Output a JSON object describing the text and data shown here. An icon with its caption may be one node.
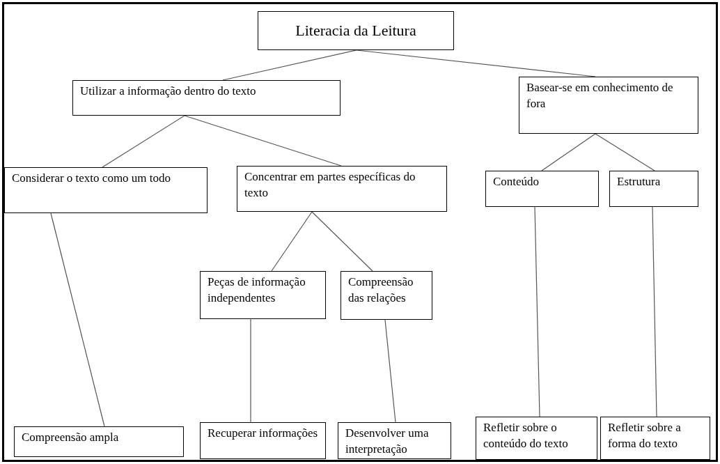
{
  "diagram": {
    "nodes": [
      {
        "text": [
          "Literacia da Leitura"
        ]
      },
      {
        "text": [
          "Utilizar a informação dentro do texto"
        ]
      },
      {
        "text": [
          "Basear-se em conhecimento de fora"
        ]
      },
      {
        "text": [
          "Considerar o texto como um todo"
        ]
      },
      {
        "text": [
          "Concentrar em partes específicas do texto"
        ]
      },
      {
        "text": [
          "Conteúdo"
        ]
      },
      {
        "text": [
          "Estrutura"
        ]
      },
      {
        "text": [
          "Peças de informação independentes"
        ]
      },
      {
        "text": [
          "Compreensão das relações"
        ]
      },
      {
        "text": [
          "Compreensão ampla"
        ]
      },
      {
        "text": [
          "Recuperar informações"
        ]
      },
      {
        "text": [
          "Desenvolver uma interpretação"
        ]
      },
      {
        "text": [
          "Refletir sobre o conteúdo do texto"
        ]
      },
      {
        "text": [
          "Refletir sobre a forma do texto"
        ]
      }
    ],
    "edges": [
      {
        "from": 0,
        "to": 1,
        "arrow": "none"
      },
      {
        "from": 0,
        "to": 2,
        "arrow": "none"
      },
      {
        "from": 1,
        "to": 3,
        "arrow": "none"
      },
      {
        "from": 1,
        "to": 4,
        "arrow": "none"
      },
      {
        "from": 2,
        "to": 5,
        "arrow": "none"
      },
      {
        "from": 2,
        "to": 6,
        "arrow": "none"
      },
      {
        "from": 4,
        "to": 7,
        "arrow": "none"
      },
      {
        "from": 4,
        "to": 8,
        "arrow": "none"
      },
      {
        "from": 3,
        "to": 9,
        "arrow": "none"
      },
      {
        "from": 7,
        "to": 10,
        "arrow": "none"
      },
      {
        "from": 8,
        "to": 11,
        "arrow": "none"
      },
      {
        "from": 5,
        "to": 12,
        "arrow": "none"
      },
      {
        "from": 6,
        "to": 13,
        "arrow": "none"
      }
    ]
  }
}
